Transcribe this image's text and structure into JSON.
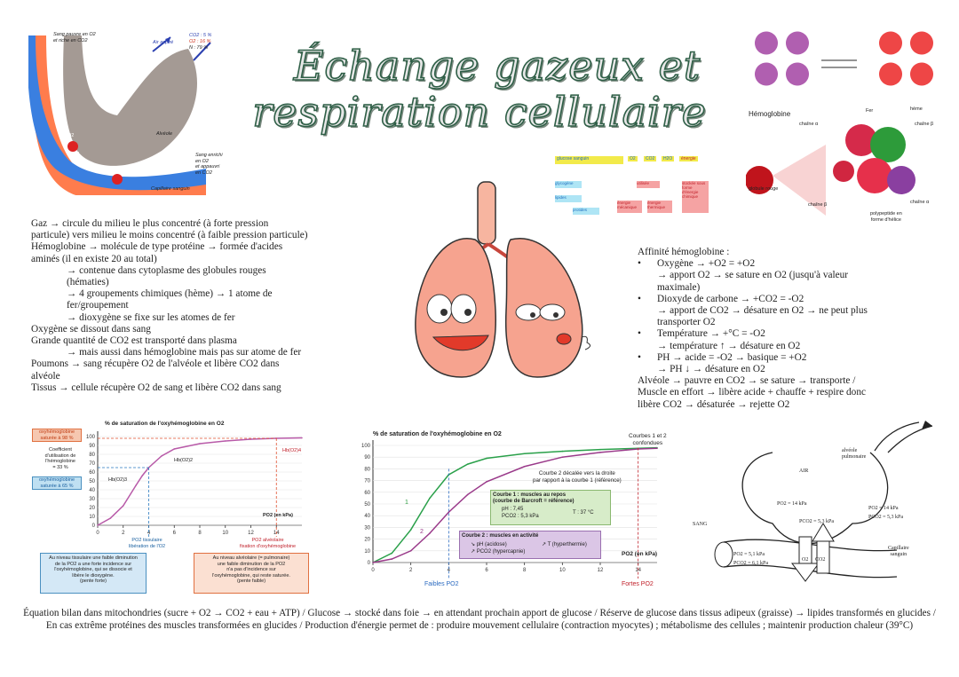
{
  "title": {
    "line1": "Échange gazeux et",
    "line2": "respiration cellulaire"
  },
  "alveole": {
    "label_left": "Sang pauvre en O2\net riche en CO2",
    "label_air": "Air aspiré",
    "label_comp_co2": "CO2 : 5 %",
    "label_comp_o2": "O2 : 16 %",
    "label_comp_n": "N : 79 %",
    "label_alveole": "Alvéole",
    "label_co2": "CO2",
    "label_o2": "O2",
    "label_right": "Sang enrichi\nen O2\net appauvri\nen CO2",
    "label_capillaire": "Capillaire sanguin"
  },
  "notes_left": [
    "Gaz → circule du milieu le plus concentré (à forte pression",
    "particule) vers milieu le moins concentré (à faible pression particule)",
    "Hémoglobine → molécule de type protéine → formée d'acides",
    "aminés (il en existe 20 au total)"
  ],
  "notes_left_indent": [
    "→ contenue dans cytoplasme des globules rouges",
    "(hématies)",
    "→ 4 groupements chimiques (hème) → 1 atome de",
    "fer/groupement",
    "→ dioxygène se fixe sur les atomes de fer"
  ],
  "notes_left_2": [
    "Oxygène se dissout dans sang",
    "Grande quantité de CO2 est transporté dans plasma"
  ],
  "notes_left_2_indent": "→ mais aussi dans hémoglobine mais pas sur atome de fer",
  "notes_left_3": [
    "Poumons → sang récupère O2 de l'alvéole et libère CO2 dans",
    "alvéole",
    "Tissus → cellule récupère O2 de sang et libère CO2 dans sang"
  ],
  "notes_right": {
    "heading": "Affinité hémoglobine :",
    "bullets": [
      {
        "main": "Oxygène → +O2 = +O2",
        "sub": [
          "→ apport O2 → se sature en O2 (jusqu'à valeur",
          "maximale)"
        ]
      },
      {
        "main": "Dioxyde de carbone → +CO2 = -O2",
        "sub": [
          "→ apport de CO2 → désature en O2 → ne peut plus",
          "transporter O2"
        ]
      },
      {
        "main": "Température → +°C = -O2",
        "sub": [
          "→ température ↑ → désature en O2"
        ]
      },
      {
        "main": "PH → acide = -O2 → basique = +O2",
        "sub": [
          "→ PH ↓ → désature en O2"
        ]
      }
    ],
    "tail": [
      "Alvéole → pauvre en CO2 → se sature → transporte /",
      "Muscle en effort → libère acide + chauffe + respire donc",
      "libère CO2 → désaturée → rejette O2"
    ]
  },
  "hemo": {
    "hemoglobine": "Hémoglobine",
    "fer": "Fer",
    "heme": "hème",
    "chaine_a": "chaîne α",
    "chaine_b": "chaîne β",
    "chaine_b2": "chaîne β",
    "chaine_a2": "chaîne α",
    "globule": "globule rouge",
    "polypeptide": "polypeptide en\nforme d'hélice"
  },
  "flow": {
    "glucose": "glucose sanguin",
    "o2": "O2",
    "co2": "CO2",
    "h2o": "H2O",
    "energie": "énergie",
    "glycogene": "glycogène",
    "lipides": "lipides",
    "protides": "protides",
    "utilisee": "utilisée",
    "stockee": "stockée sous forme d'énergie chimique",
    "mecanique": "énergie mécanique",
    "thermique": "énergie thermique"
  },
  "chart1_labels": {
    "title": "% de saturation de l'oxyhémoglobine en O2",
    "box_sat98": "oxyhémoglobine\nsaturée à 98 %",
    "coef": "Coefficient\nd'utilisation de\nl'hémoglobine\n= 33 %",
    "box_sat65": "oxyhémoglobine\nsaturée à 65 %",
    "hbo2_1": "Hb(O2)3",
    "hbo2_2": "Hb(O2)2",
    "hbo2_3": "Hb(O2)4",
    "xlabel": "PO2 (en kPa)",
    "po2_tissu": "PO2 tissulaire\nlibération de l'O2",
    "po2_alv": "PO2 alvéolaire\nfixation d'oxyhémoglobine",
    "note_left": "Au niveau tissulaire une faible diminution\nde la PO2 a une forte incidence sur\nl'oxyhémoglobine, qui se dissocie et\nlibère le dioxygène.\n(pente forte)",
    "note_right": "Au niveau alvéolaire (= pulmonaire)\nune faible diminution de la PO2\nn'a pas d'incidence sur\nl'oxyhémoglobine, qui reste saturée.\n(pente faible)"
  },
  "chart2_labels": {
    "title": "% de saturation de l'oxyhémoglobine en O2",
    "courbes12": "Courbes 1 et 2\nconfondues",
    "courbe2_decale": "Courbe 2 décalée vers la droite\npar rapport à la courbe 1 (référence)",
    "c1_title": "Courbe 1 : muscles au repos\n(courbe de Barcroft = référence)",
    "c1_ph": "pH : 7,45",
    "c1_pco2": "PCO2 : 5,3 kPa",
    "c1_t": "T : 37 °C",
    "c2_title": "Courbe 2 : muscles en activité",
    "c2_ph": "↘ pH (acidose)",
    "c2_pco2": "↗ PCO2 (hypercapnie)",
    "c2_t": "↗ T (hyperthermie)",
    "xlabel": "PO2 (en kPa)",
    "faibles": "Faibles PO2",
    "fortes": "Fortes PO2",
    "lbl1": "1",
    "lbl2": "2"
  },
  "exch": {
    "alveole": "alvéole\npulmonaire",
    "air": "AIR",
    "po2_air": "PO2 = 14 kPa",
    "pco2_air": "PCO2 = 5,3 kPa",
    "po2_r": "PO2 = 14 kPa",
    "pco2_r": "PCO2 = 5,3 kPa",
    "sang": "SANG",
    "po2_s": "PO2 = 5,1 kPa",
    "pco2_s": "PCO2 = 6,1 kPa",
    "o2": "O2",
    "co2": "CO2",
    "capillaire": "Capillaire\nsanguin"
  },
  "chart_data": [
    {
      "type": "line",
      "title": "% de saturation de l'oxyhémoglobine en O2",
      "xlabel": "PO2 (en kPa)",
      "ylabel": "",
      "xlim": [
        0,
        16
      ],
      "ylim": [
        0,
        100
      ],
      "x_ticks": [
        0,
        2,
        4,
        6,
        8,
        10,
        12,
        14
      ],
      "y_ticks": [
        0,
        10,
        20,
        30,
        40,
        50,
        60,
        70,
        80,
        90,
        100
      ],
      "series": [
        {
          "x": [
            0,
            1,
            2,
            3,
            3.5,
            4,
            5,
            6,
            8,
            10,
            12,
            14,
            16
          ],
          "y": [
            0,
            8,
            22,
            45,
            56,
            65,
            78,
            86,
            92,
            95,
            97,
            98,
            98.5
          ]
        }
      ]
    },
    {
      "type": "line",
      "title": "% de saturation de l'oxyhémoglobine en O2",
      "xlabel": "PO2 (en kPa)",
      "ylabel": "",
      "xlim": [
        0,
        15
      ],
      "ylim": [
        0,
        100
      ],
      "x_ticks": [
        0,
        2,
        4,
        6,
        8,
        10,
        12,
        14
      ],
      "y_ticks": [
        0,
        10,
        20,
        30,
        40,
        50,
        60,
        70,
        80,
        90,
        100
      ],
      "series": [
        {
          "name": "1",
          "x": [
            0,
            1,
            2,
            3,
            4,
            5,
            6,
            8,
            10,
            12,
            14,
            15
          ],
          "y": [
            0,
            8,
            28,
            55,
            75,
            84,
            89,
            93,
            95,
            96.5,
            97.5,
            98
          ]
        },
        {
          "name": "2",
          "x": [
            0,
            1,
            2,
            3,
            4,
            5,
            6,
            8,
            10,
            12,
            14,
            15
          ],
          "y": [
            0,
            3,
            10,
            25,
            43,
            58,
            69,
            82,
            90,
            94,
            97,
            97.5
          ]
        }
      ]
    }
  ]
}
